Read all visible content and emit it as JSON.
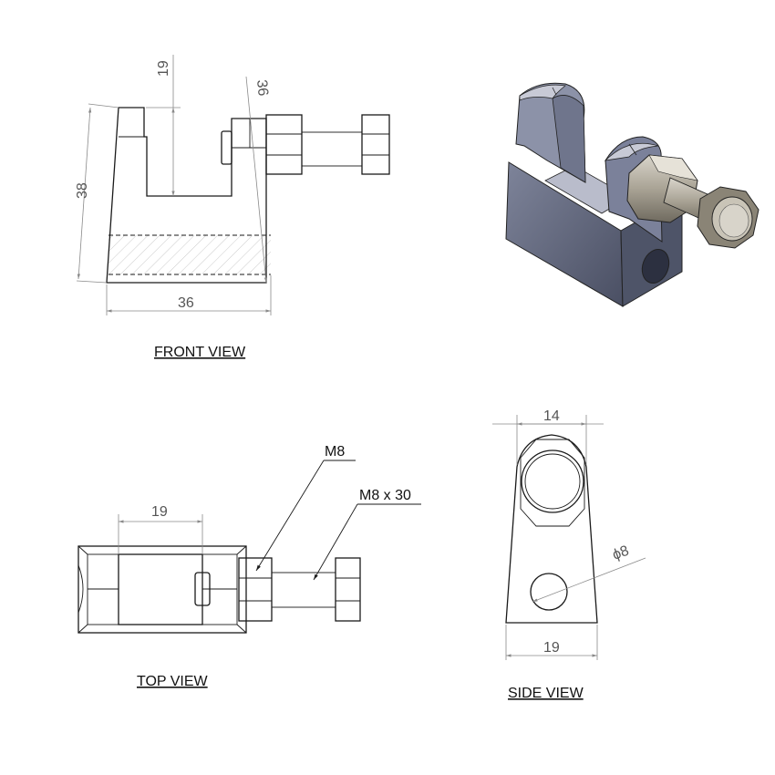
{
  "views": {
    "front": "FRONT VIEW",
    "top": "TOP VIEW",
    "side": "SIDE VIEW"
  },
  "dimensions": {
    "front_slot_depth": "19",
    "front_bolt_height": "36",
    "front_height": "38",
    "front_width": "36",
    "top_width": "19",
    "side_top_width": "14",
    "side_bottom_width": "19",
    "hole_diameter": "ϕ8"
  },
  "callouts": {
    "nut": "M8",
    "bolt": "M8 x 30"
  },
  "colors": {
    "line": "#1a1a1a",
    "dimension": "#8a8a8a",
    "body_shade": "#5d6378",
    "metal": "#b8b3a6"
  }
}
